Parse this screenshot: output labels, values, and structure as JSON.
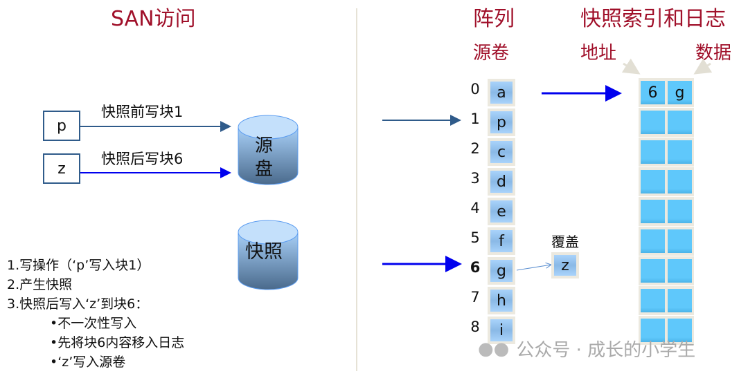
{
  "left": {
    "title": "SAN访问",
    "write_p": "p",
    "write_z": "z",
    "label_p": "快照前写块1",
    "label_z": "快照后写块6",
    "source_disk": [
      "源",
      "盘"
    ],
    "snapshot_disk": "快照",
    "steps": [
      "1.写操作（‘p’写入块1）",
      "2.产生快照",
      "3.快照后写入‘z’到块6：",
      "•不一次性写入",
      "•先将块6内容移入日志",
      "•‘z’写入源卷"
    ]
  },
  "right": {
    "array_title": "阵列",
    "source_volume": "源卷",
    "log_title": "快照索引和日志",
    "address": "地址",
    "data": "数据",
    "blocks": [
      {
        "i": "0",
        "v": "a"
      },
      {
        "i": "1",
        "v": "p"
      },
      {
        "i": "2",
        "v": "c"
      },
      {
        "i": "3",
        "v": "d"
      },
      {
        "i": "4",
        "v": "e"
      },
      {
        "i": "5",
        "v": "f"
      },
      {
        "i": "6",
        "v": "g"
      },
      {
        "i": "7",
        "v": "h"
      },
      {
        "i": "8",
        "v": "i"
      }
    ],
    "log_rows": [
      {
        "addr": "6",
        "data": "g"
      },
      {
        "addr": "",
        "data": ""
      },
      {
        "addr": "",
        "data": ""
      },
      {
        "addr": "",
        "data": ""
      },
      {
        "addr": "",
        "data": ""
      },
      {
        "addr": "",
        "data": ""
      },
      {
        "addr": "",
        "data": ""
      },
      {
        "addr": "",
        "data": ""
      },
      {
        "addr": "",
        "data": ""
      }
    ],
    "overwrite_label": "覆盖",
    "overwrite_value": "z"
  },
  "watermark": "公众号 · 成长的小学生"
}
